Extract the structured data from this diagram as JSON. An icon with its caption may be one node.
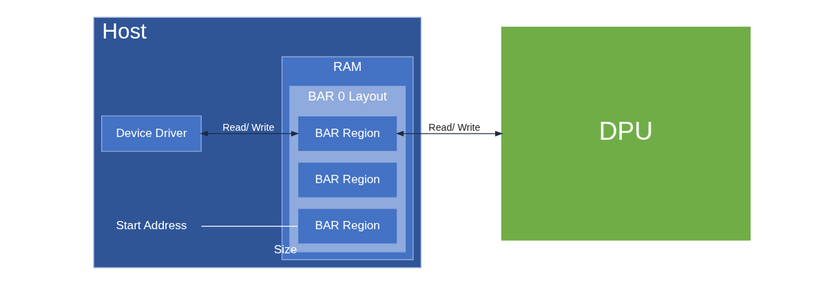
{
  "diagram": {
    "nodes": [
      {
        "text": [
          "Host"
        ]
      },
      {
        "text": [
          "RAM"
        ],
        "in": 0
      },
      {
        "text": [
          "BAR 0 Layout"
        ],
        "in": 1
      },
      {
        "text": [
          "BAR Region"
        ],
        "in": 2,
        "beside": [
          "Size"
        ]
      },
      {
        "text": [
          "BAR Region"
        ],
        "in": 2
      },
      {
        "text": [
          "BAR Region"
        ],
        "in": 2
      },
      {
        "text": [
          "Device Driver"
        ],
        "in": 0
      },
      {
        "text": [
          "Start Address"
        ],
        "in": 0
      },
      {
        "text": [
          "DPU"
        ]
      }
    ],
    "edges": [
      {
        "from": 6,
        "to": 5,
        "arrow": "both",
        "label": "Read/ Write"
      },
      {
        "from": 5,
        "to": 8,
        "arrow": "both",
        "label": "Read/ Write"
      },
      {
        "from": 7,
        "to": 3,
        "arrow": "none",
        "color": "#ffffff"
      }
    ]
  }
}
